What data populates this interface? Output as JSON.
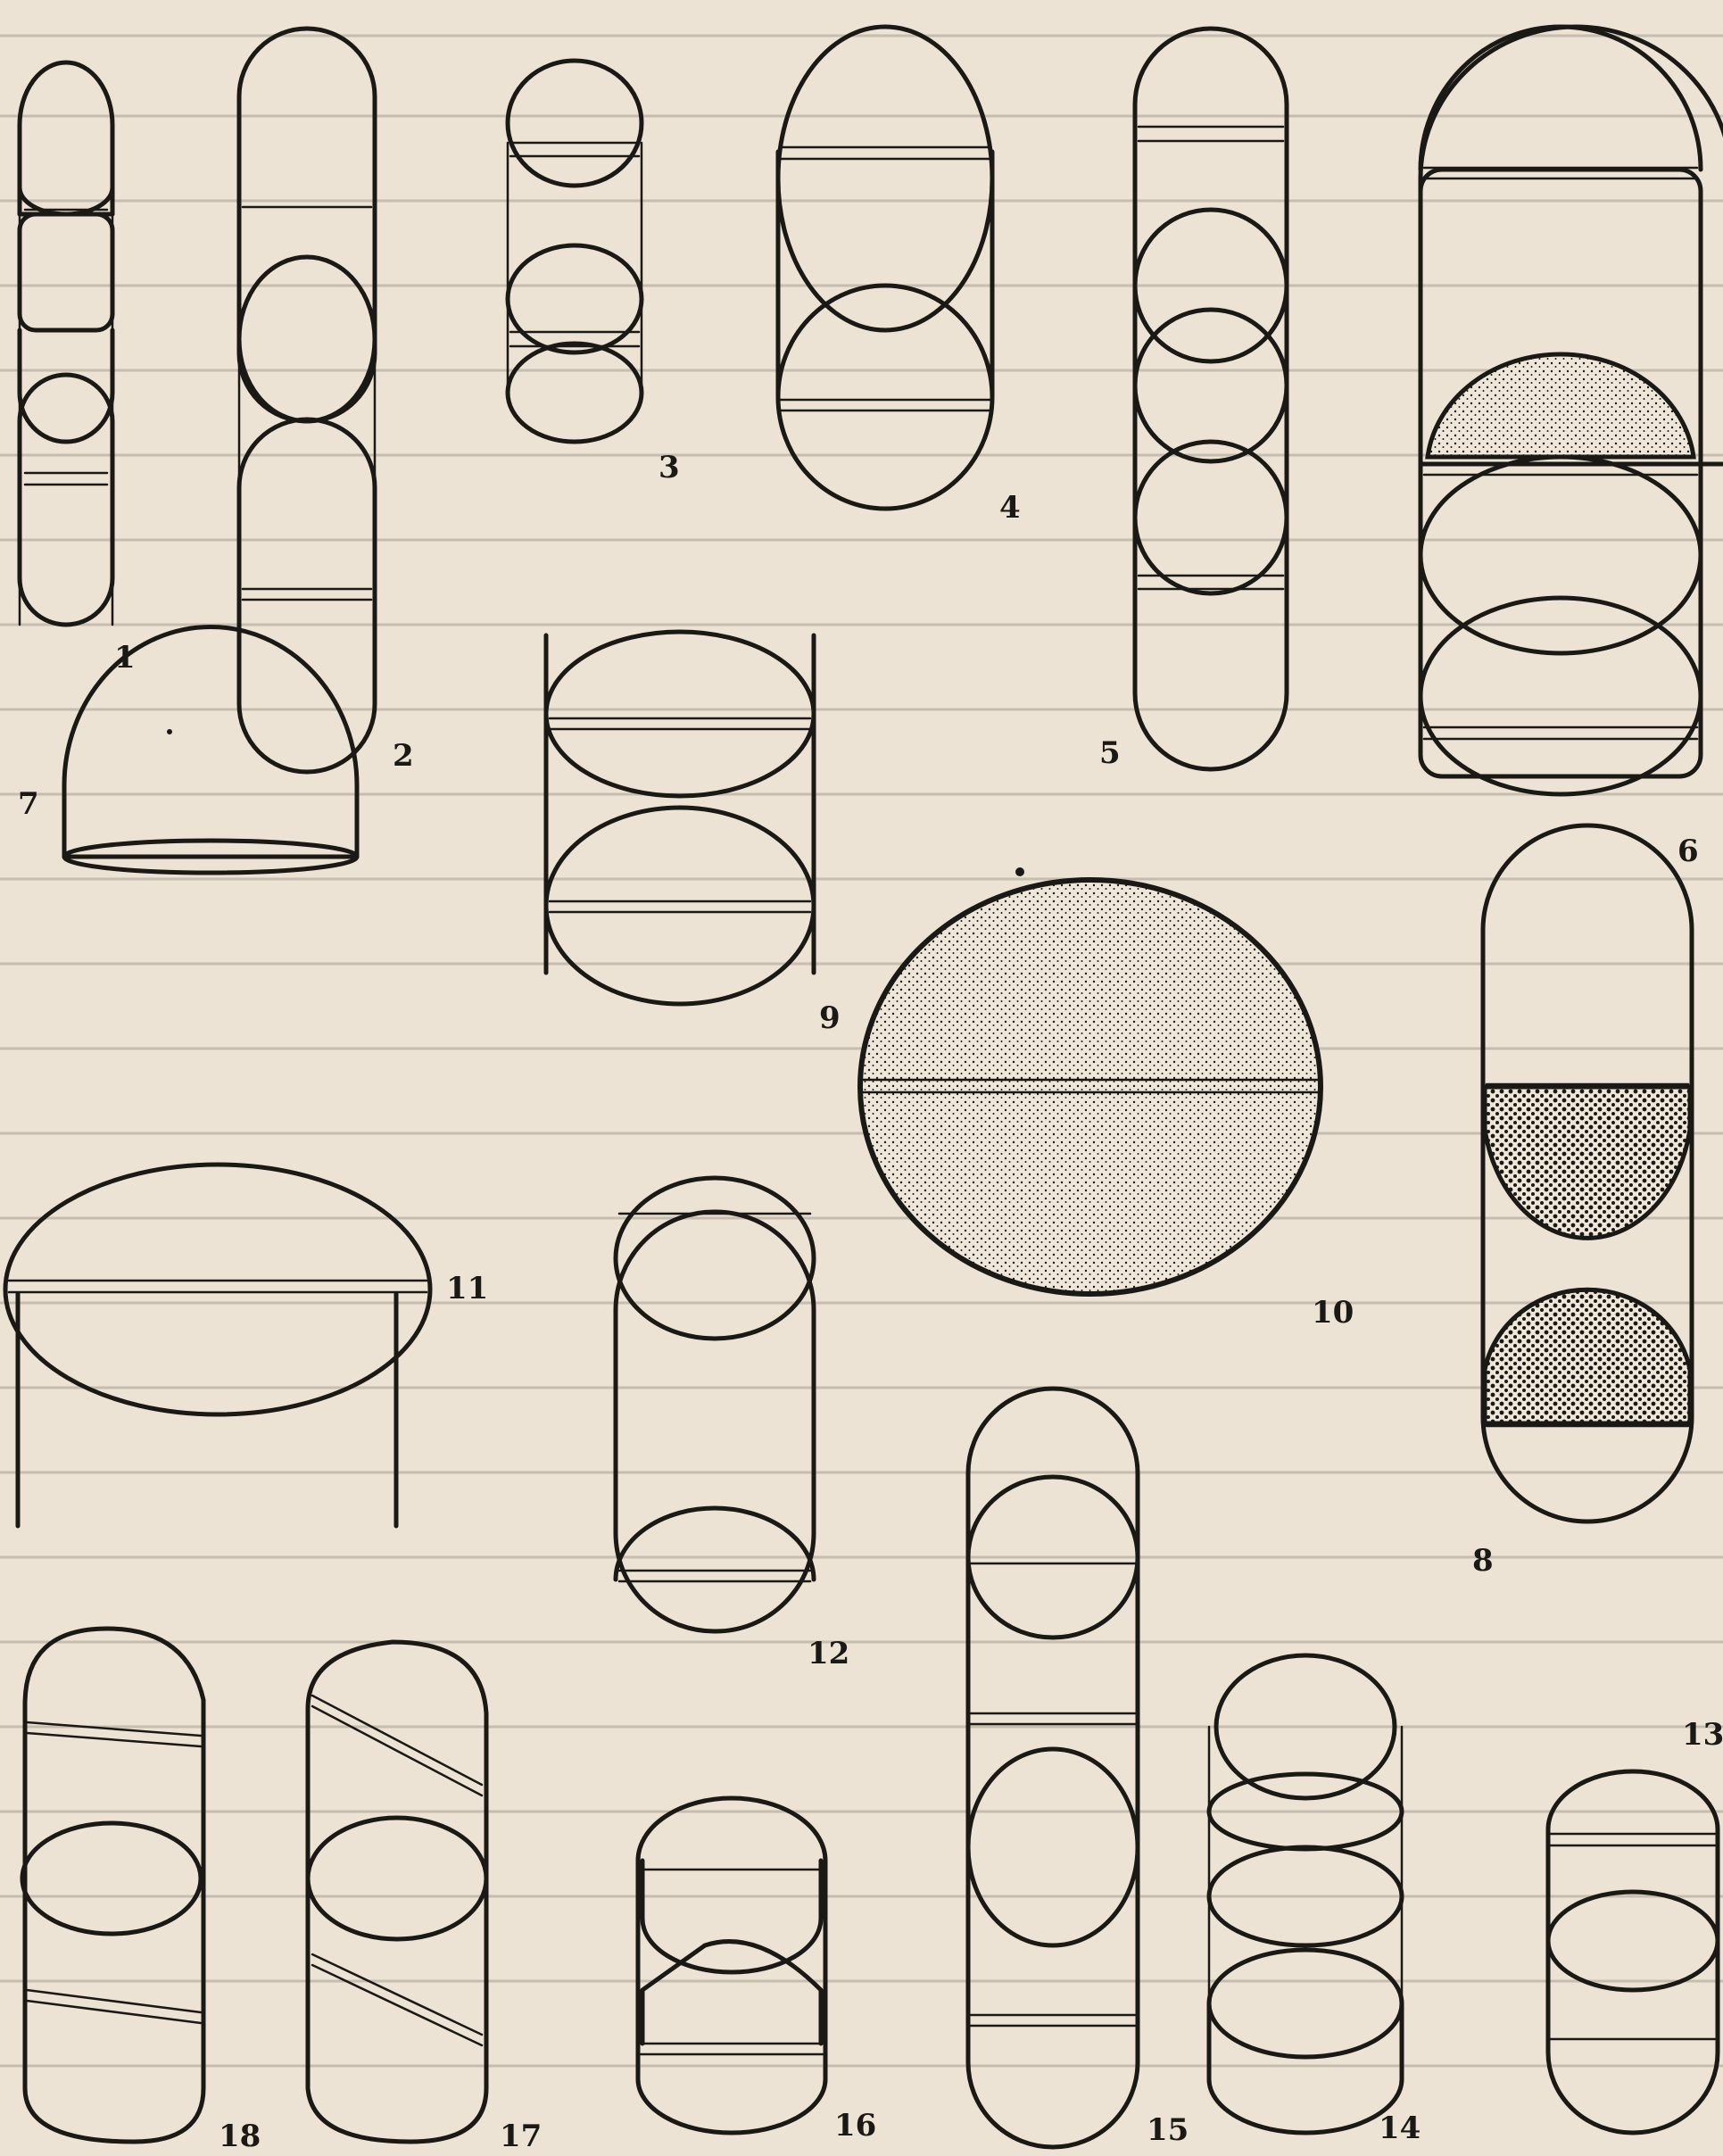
{
  "plate": {
    "background": "#ece3d4",
    "ink": "#1b1916",
    "labels": {
      "f1": "1",
      "f2": "2",
      "f3": "3",
      "f4": "4",
      "f5": "5",
      "f6": "6",
      "f7": "7",
      "f8": "8",
      "f9": "9",
      "f10": "10",
      "f11": "11",
      "f12": "12",
      "f13": "13",
      "f14": "14",
      "f15": "15",
      "f16": "16",
      "f17": "17",
      "f18": "18"
    }
  }
}
